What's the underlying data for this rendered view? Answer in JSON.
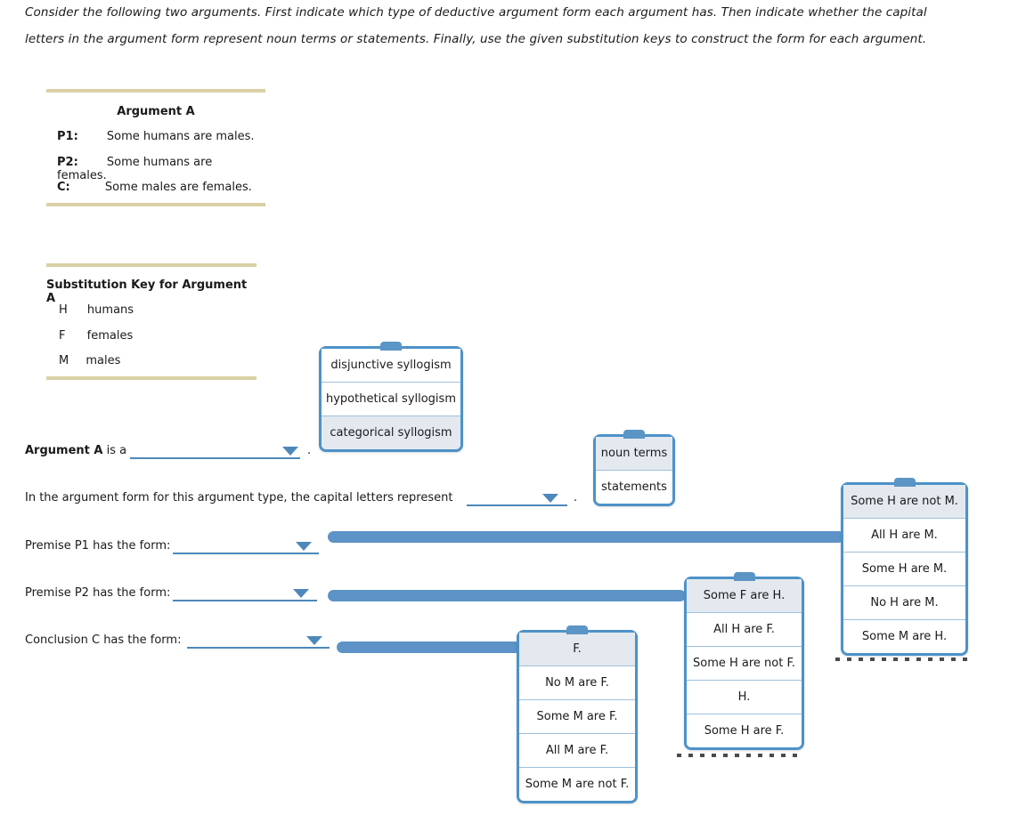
{
  "page": {
    "instructions_line1": "Consider the following two arguments. First indicate which type of deductive argument form each argument has. Then indicate whether the capital",
    "instructions_line2": "letters in the argument form represent noun terms or statements. Finally, use the given substitution keys to construct the form for each argument."
  },
  "argument_a": {
    "title": "Argument A",
    "premises": [
      {
        "label": "P1:",
        "text": "Some humans are males."
      },
      {
        "label": "P2:",
        "text": "Some humans are females."
      },
      {
        "label": "C:",
        "text": "Some males are females."
      }
    ]
  },
  "substitution_key": {
    "title": "Substitution Key for Argument A",
    "entries": [
      {
        "symbol": "H",
        "term": "humans"
      },
      {
        "symbol": "F",
        "term": "females"
      },
      {
        "symbol": "M",
        "term": "males"
      }
    ]
  },
  "questions": {
    "argument_type": {
      "bold": "Argument A",
      "rest": " is a",
      "period": "."
    },
    "capital_letters": {
      "text": "In the argument form for this argument type, the capital letters represent",
      "period": "."
    },
    "premise_p1": {
      "label": "Premise P1 has the form:"
    },
    "premise_p2": {
      "label": "Premise P2 has the form:"
    },
    "conclusion_c": {
      "label": "Conclusion C has the form:"
    }
  },
  "dropdowns": {
    "argument_type_options": {
      "items": [
        {
          "label": "disjunctive syllogism",
          "highlighted": false
        },
        {
          "label": "hypothetical syllogism",
          "highlighted": false
        },
        {
          "label": "categorical syllogism",
          "highlighted": true
        }
      ]
    },
    "capital_letters_options": {
      "items": [
        {
          "label": "noun terms",
          "highlighted": true
        },
        {
          "label": "statements",
          "highlighted": false
        }
      ]
    },
    "premise_p1_options": {
      "items": [
        {
          "label": "Some H are not M.",
          "highlighted": true
        },
        {
          "label": "All H are M.",
          "highlighted": false
        },
        {
          "label": "Some H are M.",
          "highlighted": false
        },
        {
          "label": "No H are M.",
          "highlighted": false
        },
        {
          "label": "Some M are H.",
          "highlighted": false
        }
      ]
    },
    "premise_p2_options": {
      "items": [
        {
          "label": "Some F are H.",
          "highlighted": true
        },
        {
          "label": "All H are F.",
          "highlighted": false
        },
        {
          "label": "Some H are not F.",
          "highlighted": false
        },
        {
          "label": "H.",
          "highlighted": false
        },
        {
          "label": "Some H are F.",
          "highlighted": false
        }
      ]
    },
    "conclusion_c_options": {
      "items": [
        {
          "label": "F.",
          "highlighted": true
        },
        {
          "label": "No M are F.",
          "highlighted": false
        },
        {
          "label": "Some M are F.",
          "highlighted": false
        },
        {
          "label": "All M are F.",
          "highlighted": false
        },
        {
          "label": "Some M are not F.",
          "highlighted": false
        }
      ]
    }
  },
  "colors": {
    "accent_blue": "#4d92c8",
    "connector_blue": "#5d93c6",
    "underline_blue": "#4e88ba",
    "highlight_row": "#e3e9ef",
    "tan_rule": "#d9d0a5"
  }
}
